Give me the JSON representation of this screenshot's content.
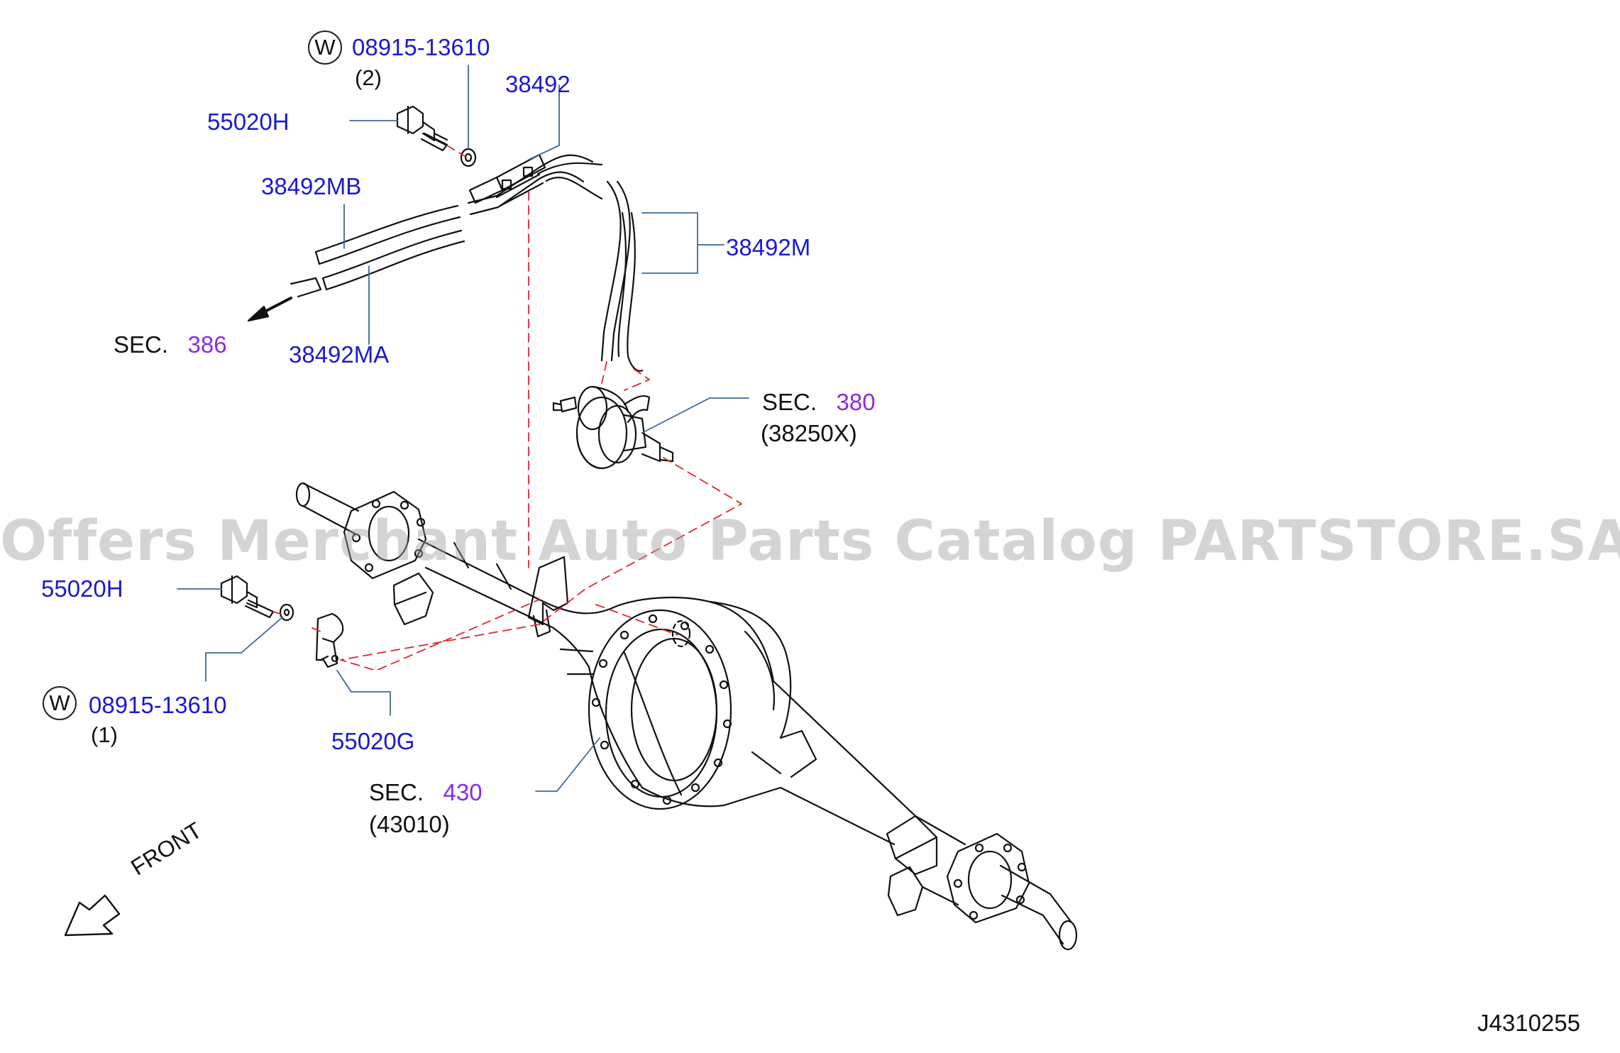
{
  "labels": {
    "w_mark": "W",
    "washer_part": "08915-13610",
    "qty_top": "(2)",
    "qty_lower": "(1)",
    "hose_38492": "38492",
    "bolt_part": "55020H",
    "hose_38492MB": "38492MB",
    "hose_38492M": "38492M",
    "hose_38492MA": "38492MA",
    "sec_prefix": "SEC.",
    "sec_386": "386",
    "sec_380": "380",
    "code_38250X": "(38250X)",
    "bracket_part": "55020G",
    "sec_430": "430",
    "code_43010": "(43010)",
    "front": "FRONT"
  },
  "watermark": "Offers Merchant Auto Parts Catalog PARTSTORE.SA",
  "diagram_code": "J4310255",
  "colors": {
    "part_label": "#1a1ad0",
    "section_number": "#8a2be2",
    "leader_line": "#3b6a9a",
    "dashed_line": "#e0262e"
  }
}
